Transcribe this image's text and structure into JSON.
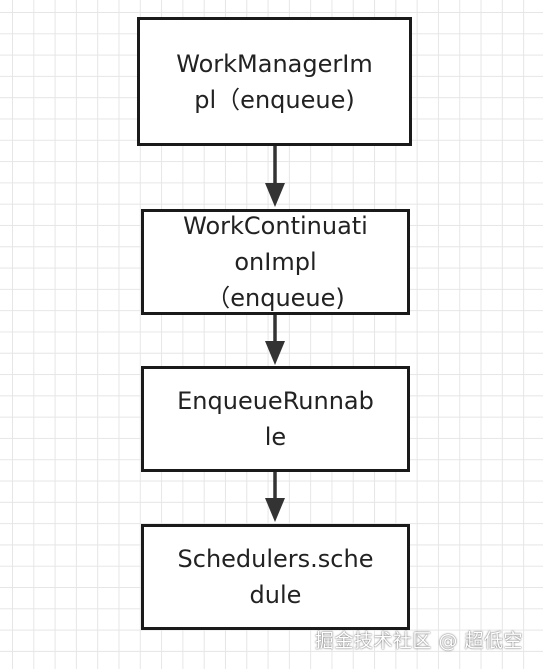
{
  "diagram": {
    "nodes": [
      {
        "id": "n1",
        "label": "WorkManagerIm\npl（enqueue)"
      },
      {
        "id": "n2",
        "label": "WorkContinuati\nonImpl\n（enqueue)"
      },
      {
        "id": "n3",
        "label": "EnqueueRunnab\nle"
      },
      {
        "id": "n4",
        "label": "Schedulers.sche\ndule"
      }
    ],
    "edges": [
      {
        "from": "n1",
        "to": "n2"
      },
      {
        "from": "n2",
        "to": "n3"
      },
      {
        "from": "n3",
        "to": "n4"
      }
    ]
  },
  "watermark": "掘金技术社区 @ 超低空",
  "colors": {
    "border": "#1a1a1a",
    "arrow": "#333333",
    "grid": "#e6e6e6",
    "text": "#222222"
  }
}
